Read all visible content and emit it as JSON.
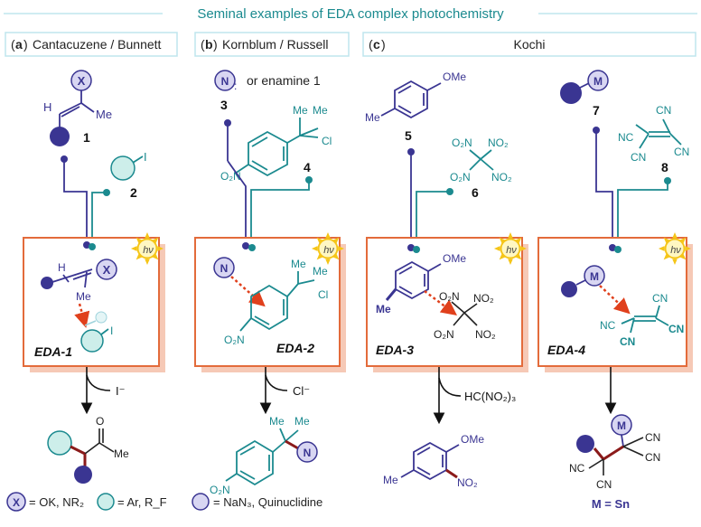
{
  "title": "Seminal examples of EDA complex photochemistry",
  "panels": [
    {
      "letter": "a",
      "title": "Cantacuzene / Bunnett"
    },
    {
      "letter": "b",
      "title": "Kornblum / Russell"
    },
    {
      "letter": "c",
      "title": "Kochi"
    }
  ],
  "labels": {
    "hv": "hν",
    "eda1": "EDA-1",
    "eda2": "EDA-2",
    "eda3": "EDA-3",
    "eda4": "EDA-4"
  },
  "molecules": {
    "X": "X",
    "N": "N",
    "M": "M",
    "H": "H",
    "O": "O",
    "I": "I",
    "Me": "Me",
    "Cl": "Cl",
    "OMe": "OMe",
    "O2N": "O₂N",
    "NO2": "NO₂",
    "NC": "NC",
    "CN": "CN",
    "or_enamine": "or enamine 1",
    "c1": "1",
    "c2": "2",
    "c3": "3",
    "c4": "4",
    "c5": "5",
    "c6": "6",
    "c7": "7",
    "c8": "8"
  },
  "byproducts": {
    "a": "I⁻",
    "b": "Cl⁻",
    "c": "HC(NO₂)₃"
  },
  "legend": {
    "x": "= OK, NR₂",
    "ar": "= Ar, R_F",
    "n": "= NaN₃, Quinuclidine",
    "m": "M = Sn"
  },
  "colors": {
    "donor": "#3a3592",
    "acceptor": "#1b8a8f",
    "box": "#e36b3b",
    "header_border": "#bfe5ee"
  }
}
